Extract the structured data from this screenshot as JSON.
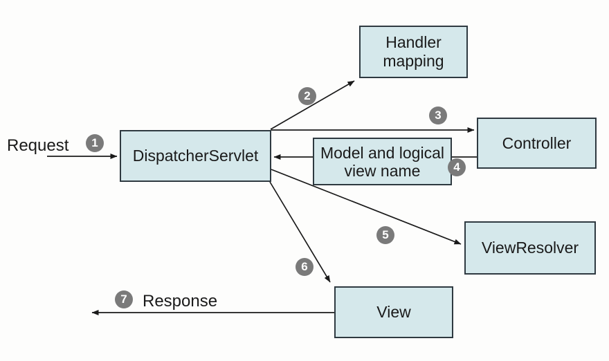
{
  "diagram": {
    "nodes": [
      {
        "id": "dispatcher-servlet",
        "label": "DispatcherServlet"
      },
      {
        "id": "handler-mapping",
        "label": "Handler mapping"
      },
      {
        "id": "controller",
        "label": "Controller"
      },
      {
        "id": "model-logical-view",
        "label": "Model and logical view name"
      },
      {
        "id": "view-resolver",
        "label": "ViewResolver"
      },
      {
        "id": "view",
        "label": "View"
      }
    ],
    "labels": {
      "request": "Request",
      "response": "Response"
    },
    "steps": [
      "1",
      "2",
      "3",
      "4",
      "5",
      "6",
      "7"
    ],
    "colors": {
      "node_fill": "#d5e8eb",
      "node_border": "#2e3940",
      "badge_fill": "#7a7a7a",
      "badge_text": "#ffffff",
      "arrow": "#1a1a1a",
      "text": "#1a1a1a",
      "bg": "#fdfdfc"
    }
  }
}
